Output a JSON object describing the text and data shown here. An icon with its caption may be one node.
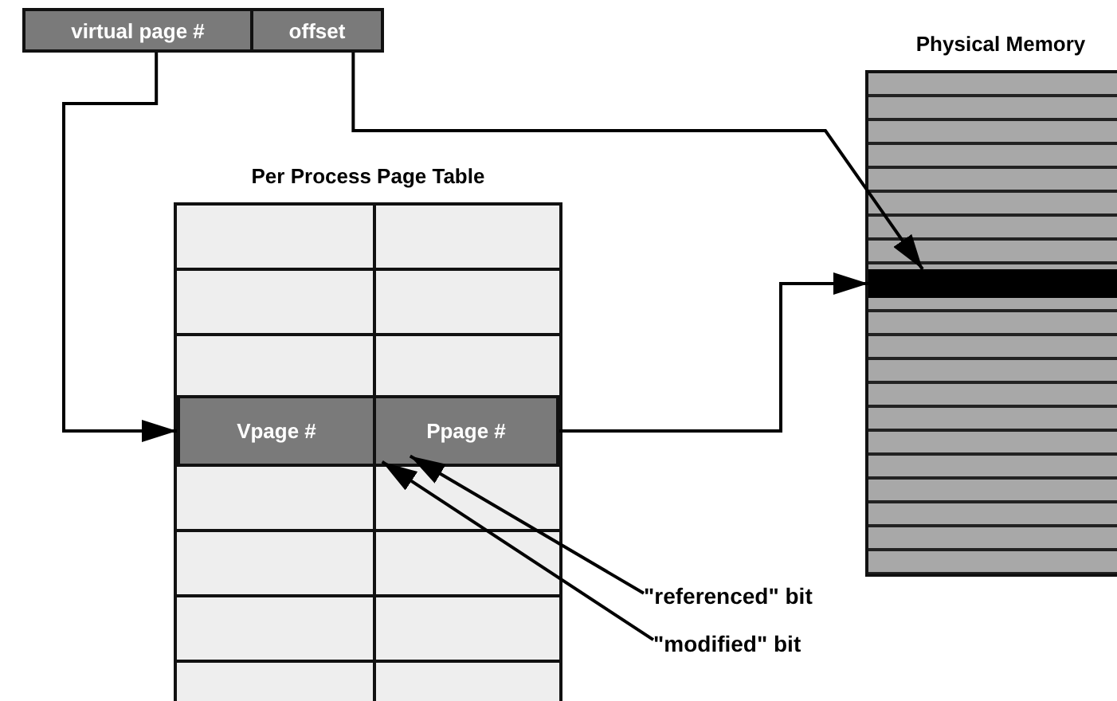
{
  "diagram": {
    "nodes": [
      {
        "text": [
          "virtual page #"
        ]
      },
      {
        "text": [
          "offset"
        ]
      },
      {
        "text": [
          "Per Process Page Table"
        ]
      },
      {
        "text": [
          "Vpage #"
        ],
        "in": 2
      },
      {
        "text": [
          "Ppage #"
        ],
        "in": 2
      },
      {
        "text": [
          "Physical Memory"
        ]
      },
      {
        "text": [],
        "shape": "bar",
        "in": 5
      },
      {
        "text": [
          "\"referenced\" bit"
        ]
      },
      {
        "text": [
          "\"modified\" bit"
        ]
      }
    ],
    "edges": [
      {
        "from": 0,
        "to": 3,
        "arrow": "to"
      },
      {
        "from": 1,
        "to": 6,
        "arrow": "to"
      },
      {
        "from": 4,
        "to": 6,
        "arrow": "to"
      },
      {
        "from": 7,
        "to": 4,
        "arrow": "to"
      },
      {
        "from": 8,
        "to": 4,
        "arrow": "to"
      }
    ]
  }
}
